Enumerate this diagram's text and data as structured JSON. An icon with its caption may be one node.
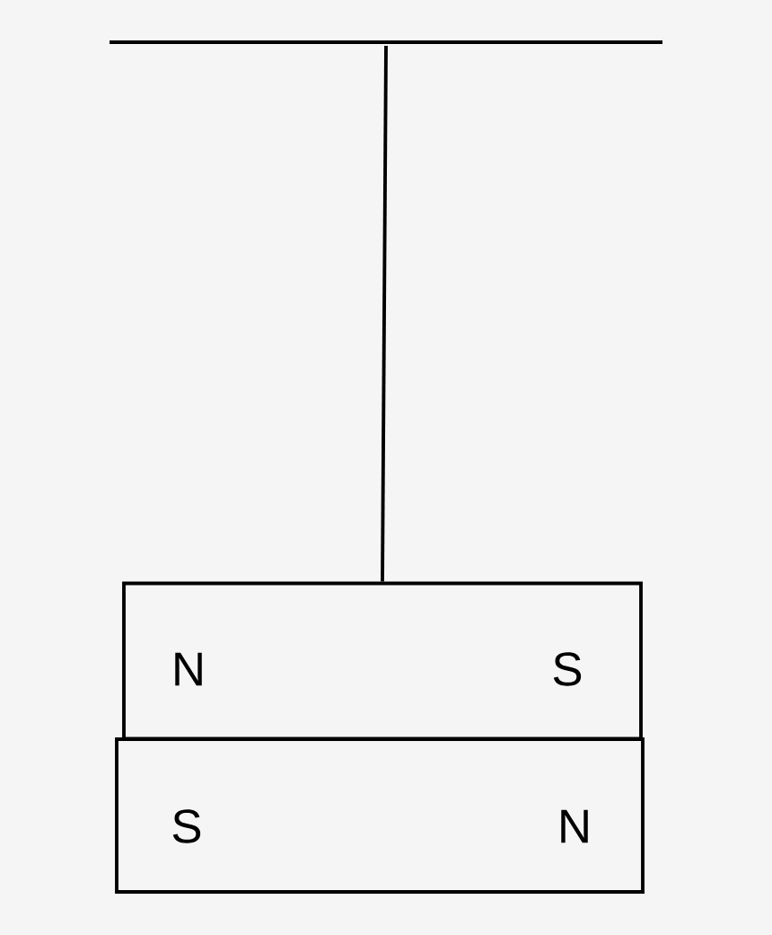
{
  "diagram": {
    "nodes": [
      {
        "text": [],
        "shape": "bar"
      },
      {
        "text": [
          "N",
          "S"
        ]
      },
      {
        "text": [
          "S",
          "N"
        ]
      }
    ],
    "edges": [
      {
        "from": 0,
        "to": 1,
        "arrow": "none"
      }
    ]
  }
}
